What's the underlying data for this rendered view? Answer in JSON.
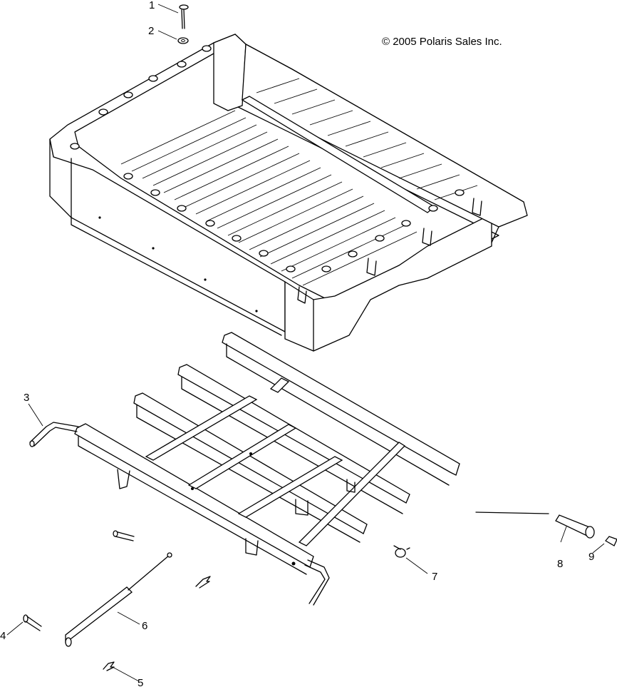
{
  "copyright": "© 2005 Polaris Sales Inc.",
  "callouts": [
    {
      "id": "1",
      "label": "1"
    },
    {
      "id": "2",
      "label": "2"
    },
    {
      "id": "3",
      "label": "3"
    },
    {
      "id": "4",
      "label": "4"
    },
    {
      "id": "5",
      "label": "5"
    },
    {
      "id": "6",
      "label": "6"
    },
    {
      "id": "7",
      "label": "7"
    },
    {
      "id": "8",
      "label": "8"
    },
    {
      "id": "9",
      "label": "9"
    }
  ]
}
